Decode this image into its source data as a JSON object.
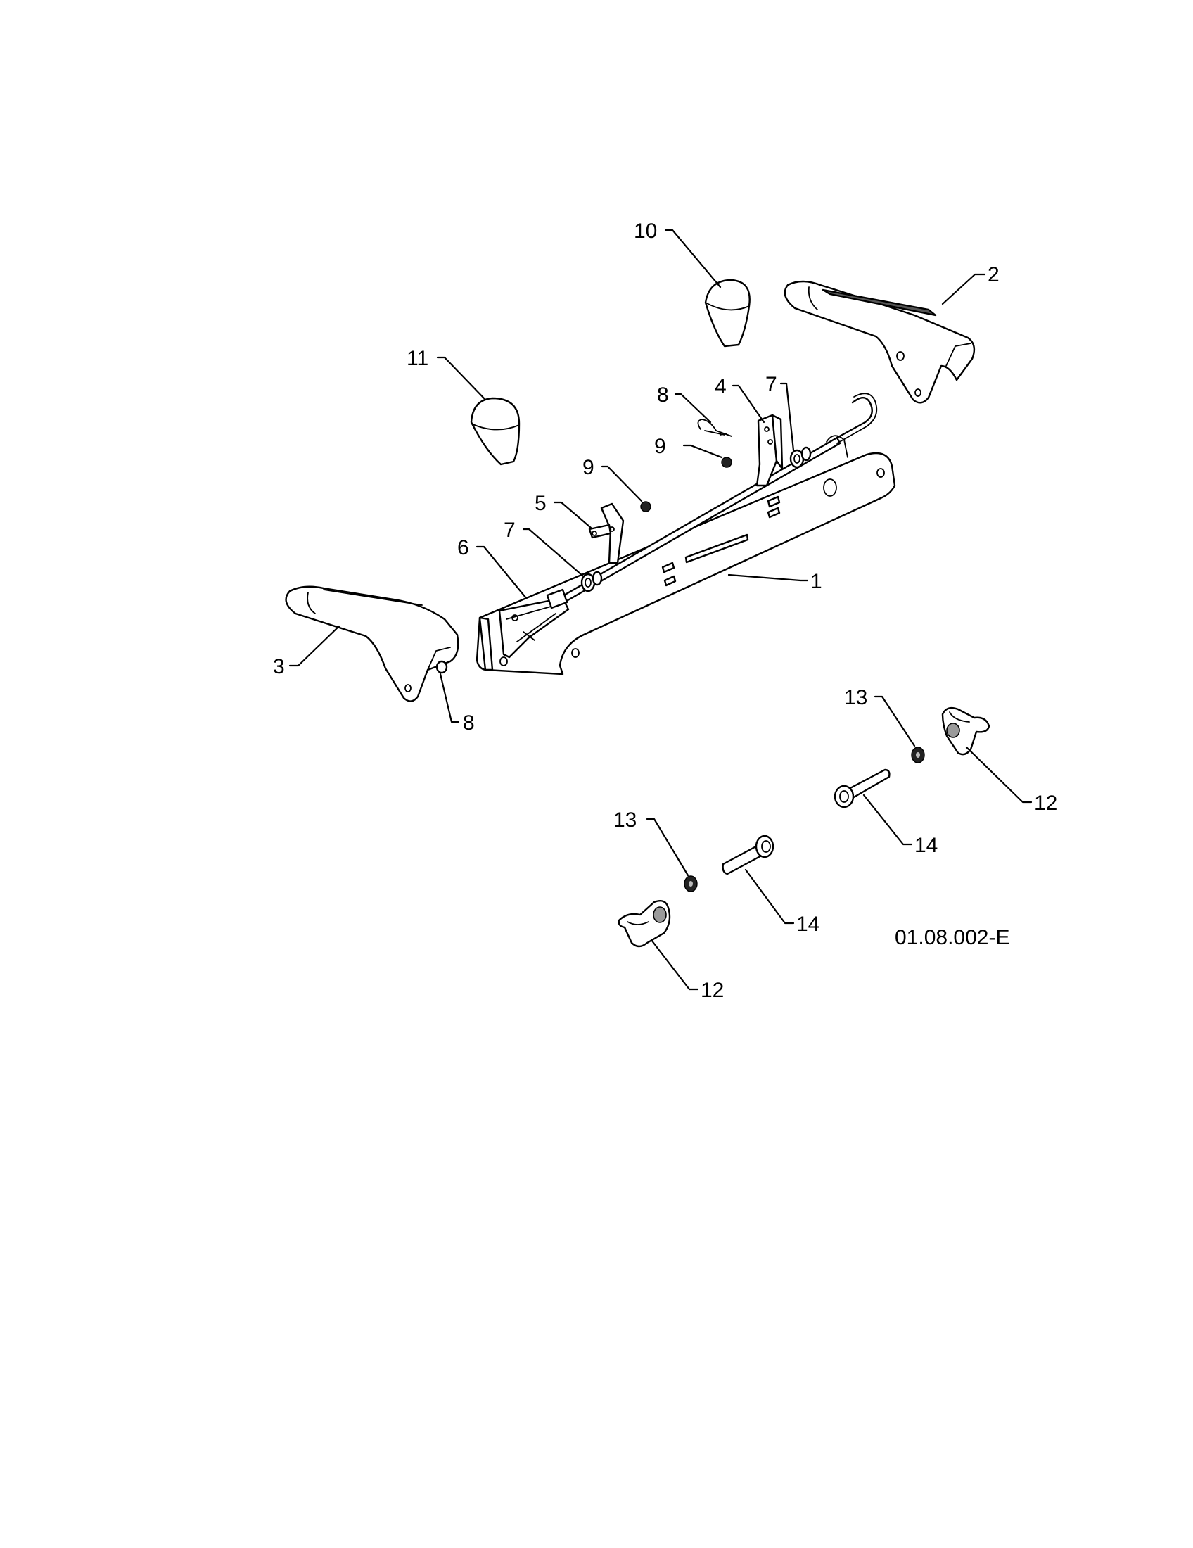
{
  "diagram": {
    "document_code": "01.08.002-E",
    "callouts": [
      {
        "id": "c10",
        "label": "10"
      },
      {
        "id": "c2",
        "label": "2"
      },
      {
        "id": "c11",
        "label": "11"
      },
      {
        "id": "c8a",
        "label": "8"
      },
      {
        "id": "c4",
        "label": "4"
      },
      {
        "id": "c7a",
        "label": "7"
      },
      {
        "id": "c9a",
        "label": "9"
      },
      {
        "id": "c9b",
        "label": "9"
      },
      {
        "id": "c5",
        "label": "5"
      },
      {
        "id": "c7b",
        "label": "7"
      },
      {
        "id": "c6",
        "label": "6"
      },
      {
        "id": "c1",
        "label": "1"
      },
      {
        "id": "c3",
        "label": "3"
      },
      {
        "id": "c8b",
        "label": "8"
      },
      {
        "id": "c13a",
        "label": "13"
      },
      {
        "id": "c12a",
        "label": "12"
      },
      {
        "id": "c14a",
        "label": "14"
      },
      {
        "id": "c13b",
        "label": "13"
      },
      {
        "id": "c14b",
        "label": "14"
      },
      {
        "id": "c12b",
        "label": "12"
      }
    ]
  }
}
